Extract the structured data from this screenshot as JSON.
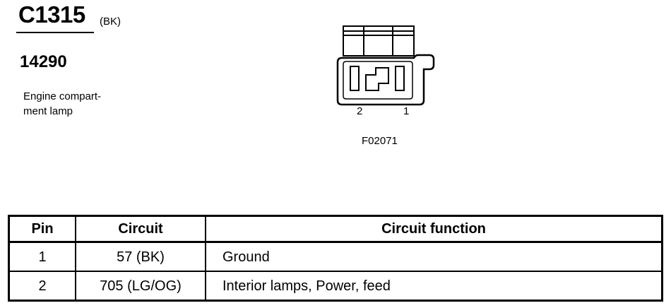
{
  "header": {
    "connector_id": "C1315",
    "connector_color": "(BK)",
    "part_number": "14290",
    "description_lines": [
      "Engine compart-",
      "ment lamp"
    ]
  },
  "figure": {
    "pin_labels": [
      "2",
      "1"
    ],
    "figure_id": "F02071"
  },
  "table": {
    "headers": [
      "Pin",
      "Circuit",
      "Circuit function"
    ],
    "rows": [
      {
        "pin": "1",
        "circuit": "57 (BK)",
        "function": "Ground"
      },
      {
        "pin": "2",
        "circuit": "705 (LG/OG)",
        "function": "Interior lamps, Power, feed"
      }
    ]
  }
}
